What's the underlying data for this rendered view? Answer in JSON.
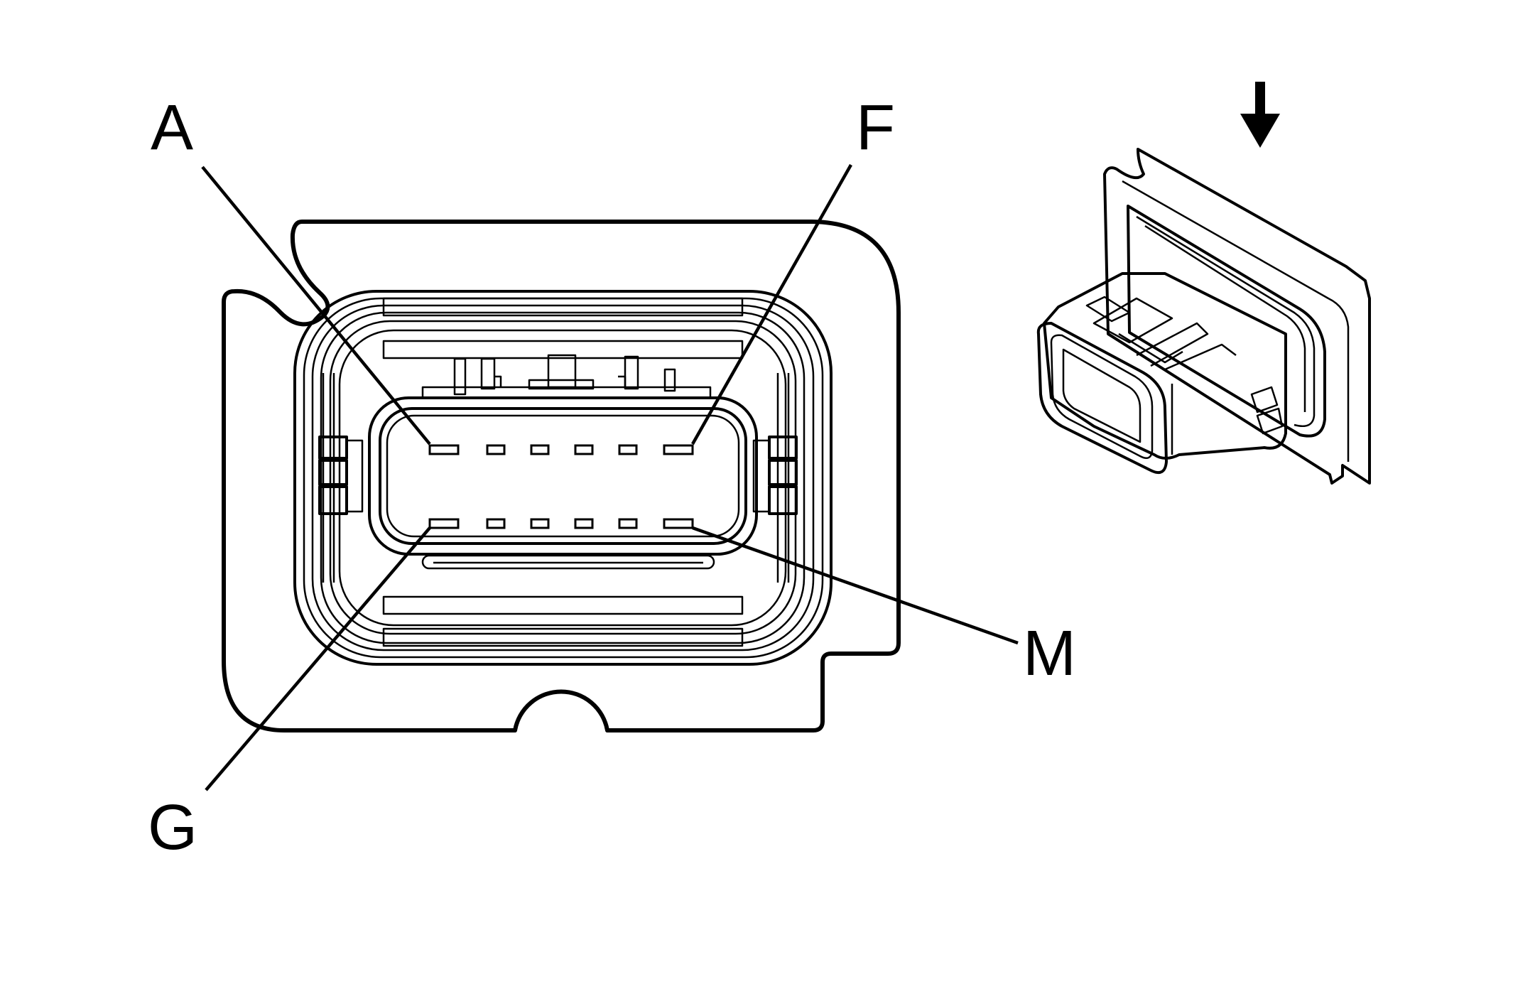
{
  "diagram": {
    "labels": {
      "pin_a": "A",
      "pin_f": "F",
      "pin_g": "G",
      "pin_m": "M"
    },
    "colors": {
      "line": "#000000",
      "background": "#ffffff"
    },
    "icons": {
      "view_arrow": "arrow-down-icon",
      "connector_iso": "connector-isometric-view"
    }
  }
}
